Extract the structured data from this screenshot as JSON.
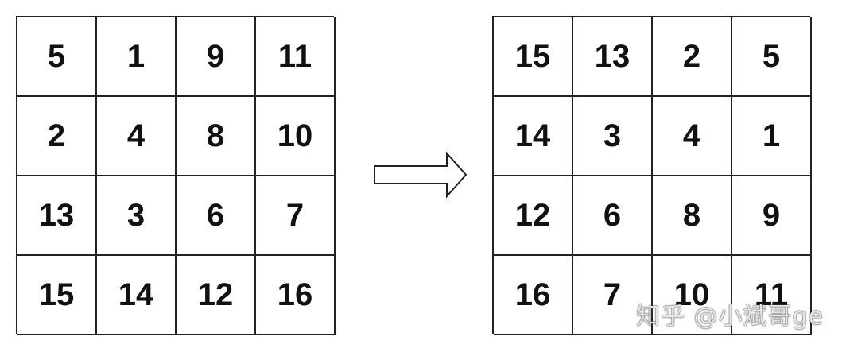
{
  "left_matrix": {
    "rows": [
      [
        "5",
        "1",
        "9",
        "11"
      ],
      [
        "2",
        "4",
        "8",
        "10"
      ],
      [
        "13",
        "3",
        "6",
        "7"
      ],
      [
        "15",
        "14",
        "12",
        "16"
      ]
    ]
  },
  "right_matrix": {
    "rows": [
      [
        "15",
        "13",
        "2",
        "5"
      ],
      [
        "14",
        "3",
        "4",
        "1"
      ],
      [
        "12",
        "6",
        "8",
        "9"
      ],
      [
        "16",
        "7",
        "10",
        "11"
      ]
    ]
  },
  "watermark": {
    "text": "知乎 @小斌哥ge"
  }
}
